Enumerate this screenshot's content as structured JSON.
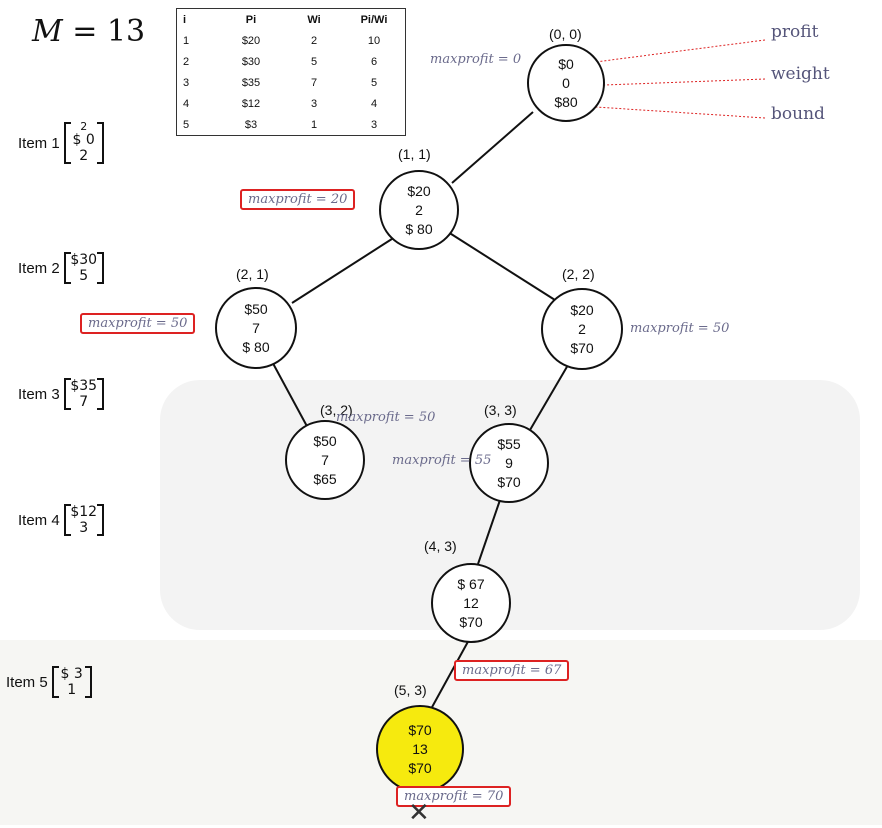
{
  "title": {
    "var": "M",
    "eq": " = ",
    "value": "13"
  },
  "table": {
    "headers": [
      "i",
      "Pi",
      "Wi",
      "Pi/Wi"
    ],
    "rows": [
      [
        "1",
        "$20",
        "2",
        "10"
      ],
      [
        "2",
        "$30",
        "5",
        "6"
      ],
      [
        "3",
        "$35",
        "7",
        "5"
      ],
      [
        "4",
        "$12",
        "3",
        "4"
      ],
      [
        "5",
        "$3",
        "1",
        "3"
      ]
    ]
  },
  "items": [
    {
      "name": "Item 1",
      "top": "$ 0",
      "bottom": "2",
      "note": "2"
    },
    {
      "name": "Item 2",
      "top": "$30",
      "bottom": "5"
    },
    {
      "name": "Item 3",
      "top": "$35",
      "bottom": "7"
    },
    {
      "name": "Item 4",
      "top": "$12",
      "bottom": "3"
    },
    {
      "name": "Item 5",
      "top": "$ 3",
      "bottom": "1"
    }
  ],
  "callouts": {
    "profit": "profit",
    "weight": "weight",
    "bound": "bound"
  },
  "nodes": {
    "n00": {
      "coord": "(0, 0)",
      "profit": "$0",
      "weight": "0",
      "bound": "$80",
      "maxprofit": "maxprofit = 0"
    },
    "n11": {
      "coord": "(1, 1)",
      "profit": "$20",
      "weight": "2",
      "bound": "$ 80",
      "maxprofit": "maxprofit = 20"
    },
    "n21": {
      "coord": "(2, 1)",
      "profit": "$50",
      "weight": "7",
      "bound": "$ 80",
      "maxprofit": "maxprofit = 50"
    },
    "n22": {
      "coord": "(2, 2)",
      "profit": "$20",
      "weight": "2",
      "bound": "$70",
      "maxprofit": "maxprofit = 50"
    },
    "n32": {
      "coord": "(3, 2)",
      "profit": "$50",
      "weight": "7",
      "bound": "$65",
      "maxprofit": "maxprofit = 50"
    },
    "n33": {
      "coord": "(3, 3)",
      "profit": "$55",
      "weight": "9",
      "bound": "$70",
      "maxprofit": "maxprofit = 55"
    },
    "n43": {
      "coord": "(4, 3)",
      "profit": "$ 67",
      "weight": "12",
      "bound": "$70",
      "maxprofit": "maxprofit = 67"
    },
    "n53": {
      "coord": "(5, 3)",
      "profit": "$70",
      "weight": "13",
      "bound": "$70",
      "maxprofit": "maxprofit = 70"
    }
  },
  "end_mark": "✕",
  "colors": {
    "highlight_node": "#f6ea0e",
    "box_outline": "#d22222",
    "arrow": "#d22222",
    "maxprofit_text": "#6b6b8c"
  }
}
